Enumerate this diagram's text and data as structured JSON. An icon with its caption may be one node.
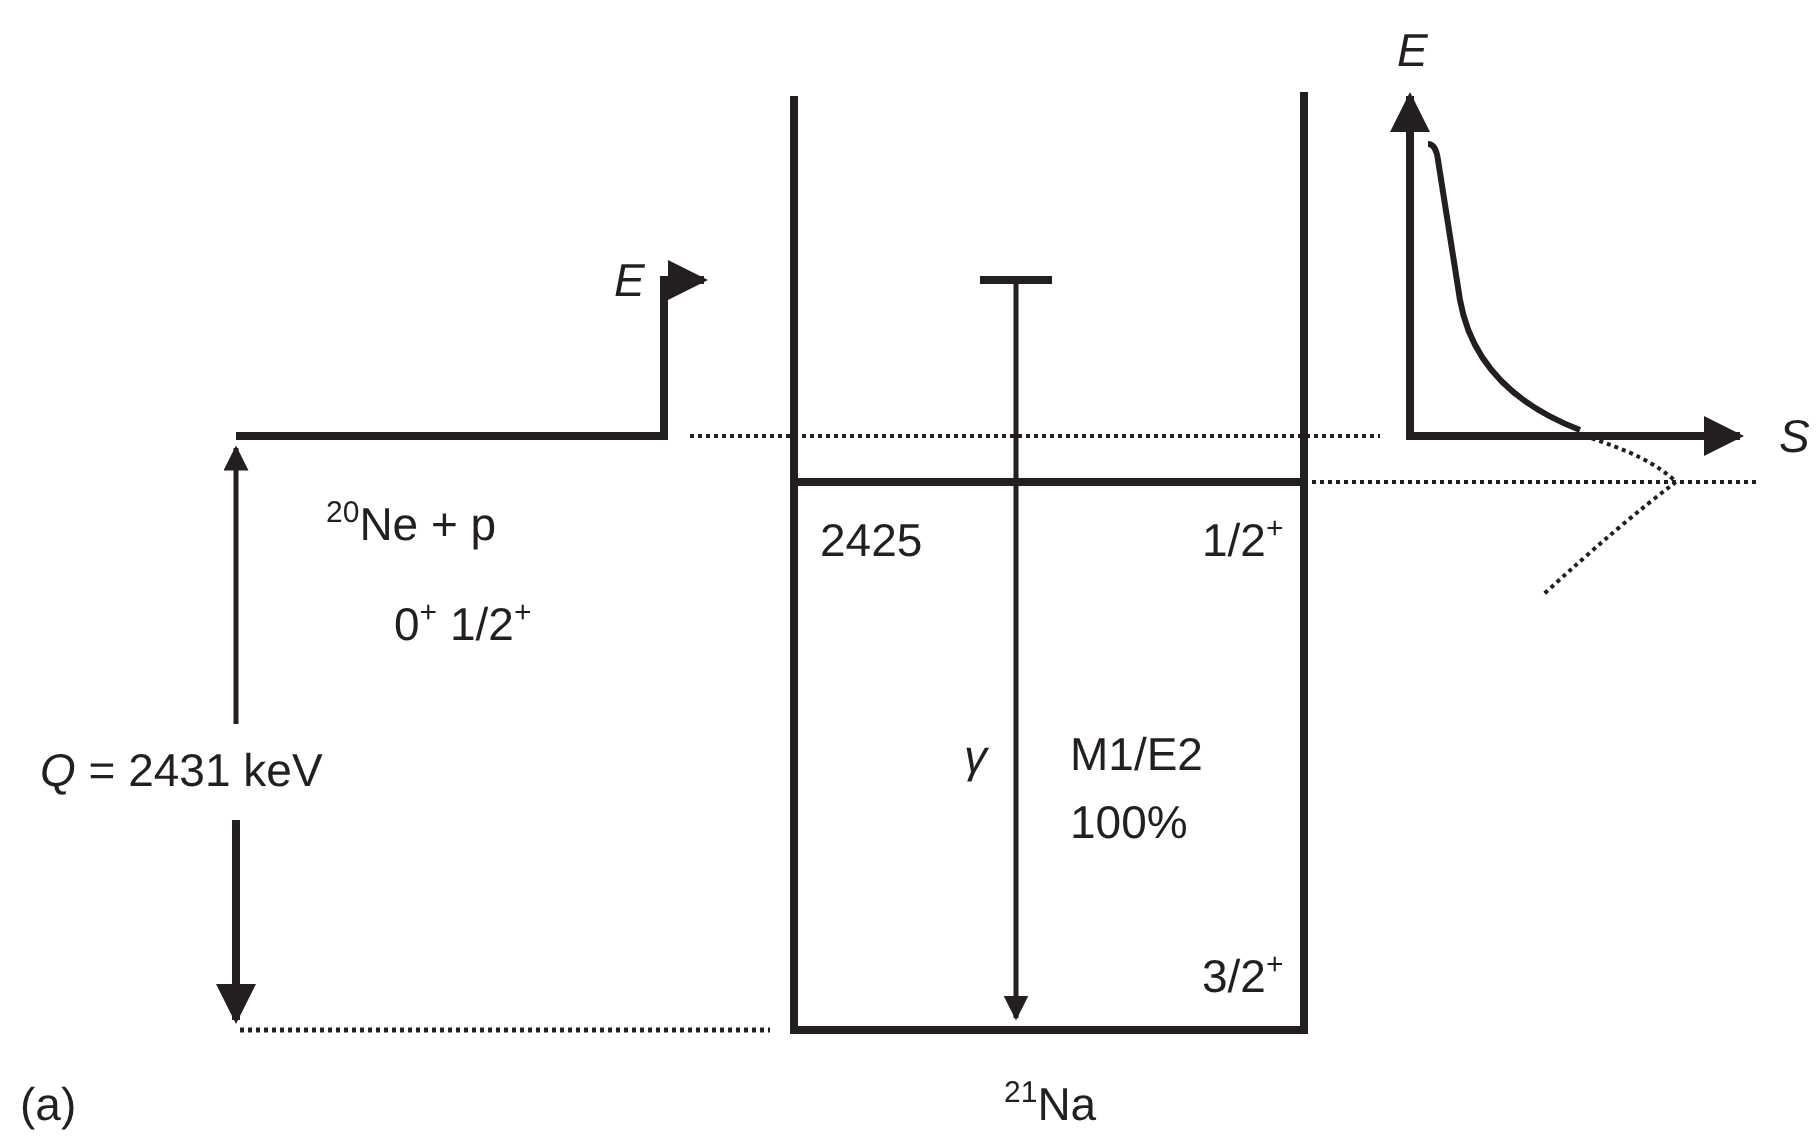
{
  "diagram": {
    "labels": [
      "E",
      "E",
      "S",
      "$^{20}$Ne + p",
      "2425",
      "1/2$^{+}$",
      "0$^{+}$  1/2$^{+}$",
      "γ",
      "M1/E2",
      "100%",
      "*Q* = 2431 keV",
      "3/2$^{+}$",
      "(a)",
      "$^{21}$Na"
    ]
  }
}
